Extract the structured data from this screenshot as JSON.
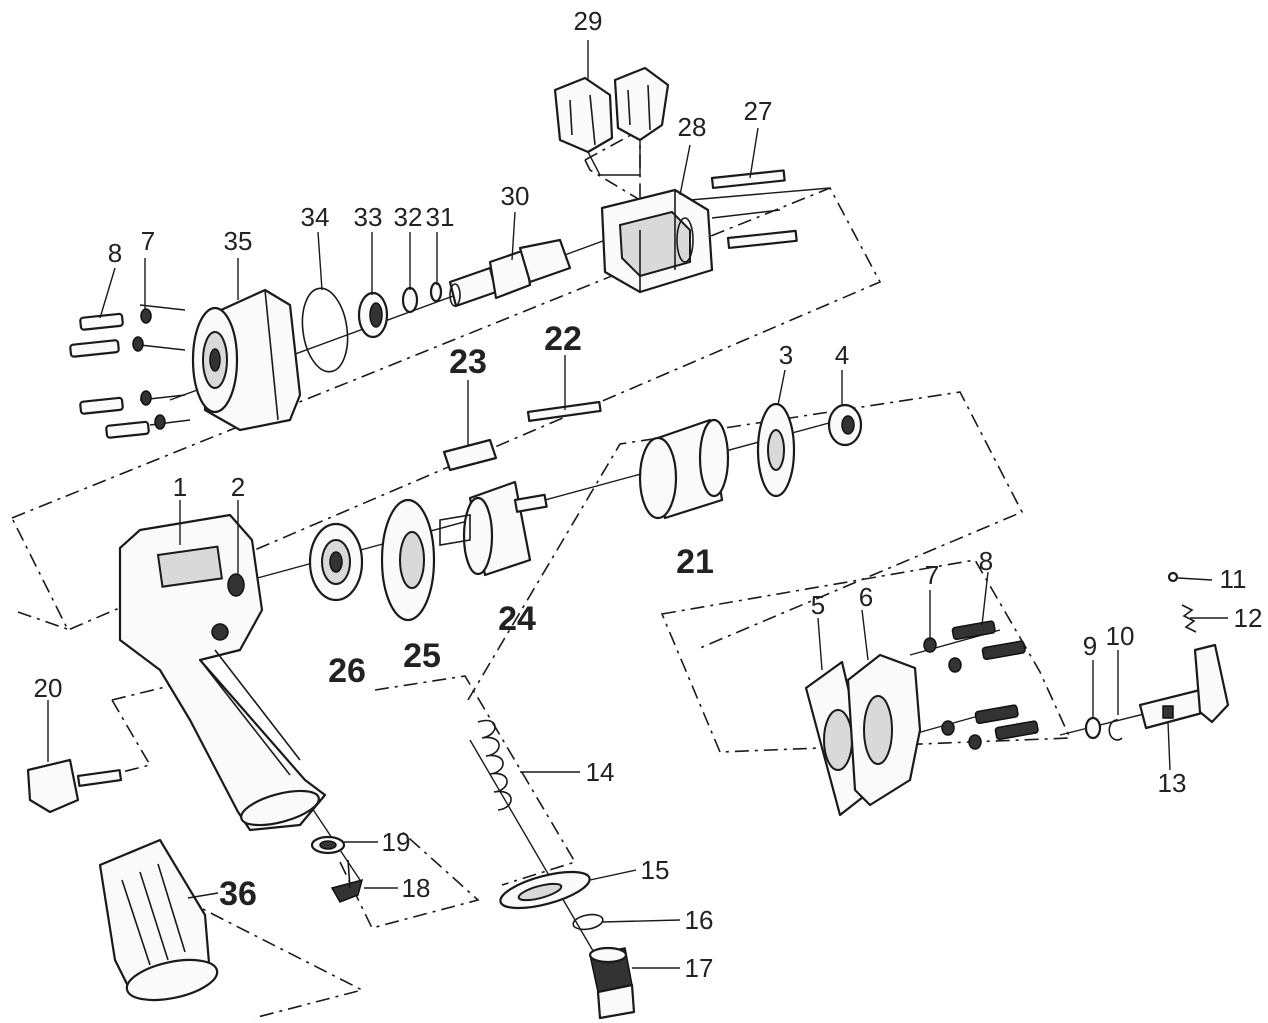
{
  "diagram": {
    "labels": {
      "p1": "1",
      "p2": "2",
      "p3": "3",
      "p4": "4",
      "p5": "5",
      "p6": "6",
      "p7a": "7",
      "p7b": "7",
      "p8a": "8",
      "p8b": "8",
      "p9": "9",
      "p10": "10",
      "p11": "11",
      "p12": "12",
      "p13": "13",
      "p14": "14",
      "p15": "15",
      "p16": "16",
      "p17": "17",
      "p18": "18",
      "p19": "19",
      "p20": "20",
      "p21": "21",
      "p22": "22",
      "p23": "23",
      "p24": "24",
      "p25": "25",
      "p26": "26",
      "p27": "27",
      "p28": "28",
      "p29": "29",
      "p30": "30",
      "p31": "31",
      "p32": "32",
      "p33": "33",
      "p34": "34",
      "p35": "35",
      "p36": "36"
    }
  },
  "colors": {
    "line": "#1a1a1a",
    "fill": "#fafafa",
    "shade": "#d9d9d9"
  }
}
